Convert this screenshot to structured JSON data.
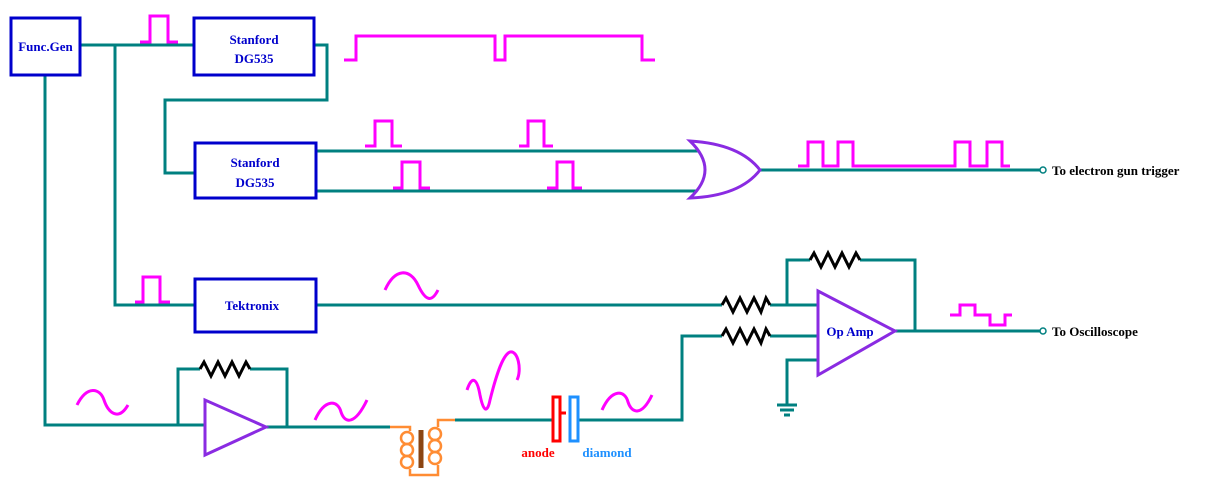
{
  "colors": {
    "wire": "#008080",
    "box": "#0000cc",
    "pulse": "#ff00ff",
    "gate": "#8a2be2",
    "transformer": "#ff8c33",
    "core": "#8b4513",
    "anode": "#ff0000",
    "diamond": "#1e90ff",
    "resistor": "#000000"
  },
  "components": {
    "func_gen": "Func.Gen",
    "dg1": [
      "Stanford",
      "DG535"
    ],
    "dg2": [
      "Stanford",
      "DG535"
    ],
    "tektronix": "Tektronix",
    "op_amp": "Op Amp"
  },
  "labels": {
    "anode": "anode",
    "diamond": "diamond",
    "electron_gun": "To electron gun trigger",
    "oscilloscope": "To Oscilloscope"
  }
}
